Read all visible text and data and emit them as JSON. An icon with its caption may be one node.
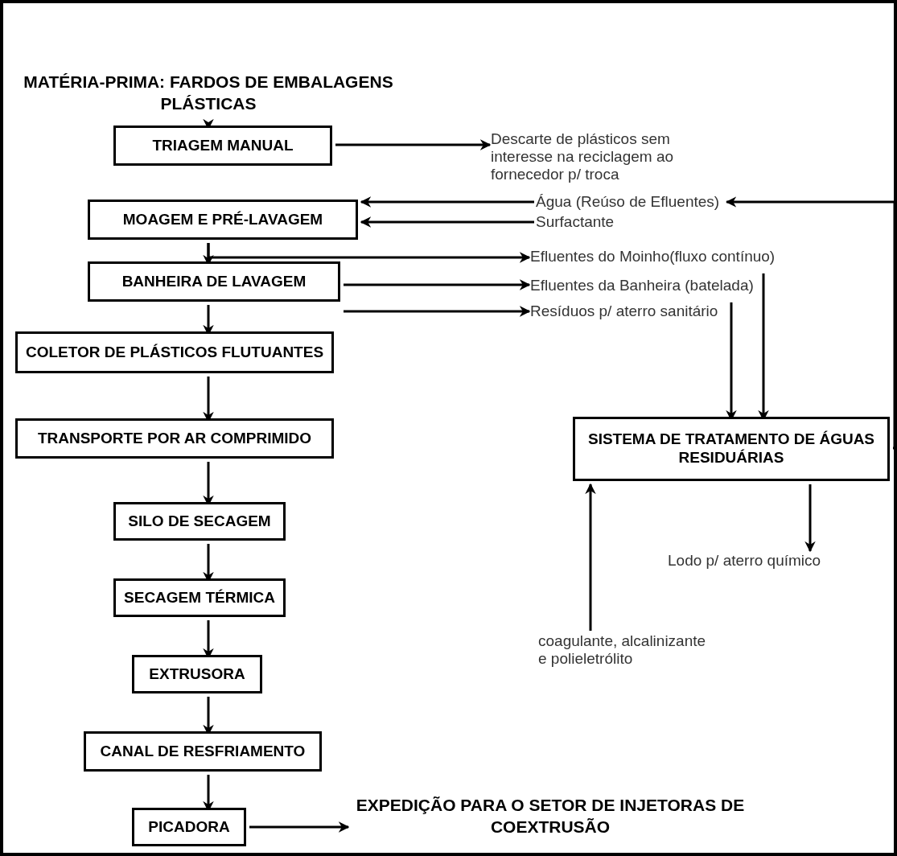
{
  "diagram": {
    "nodes": [
      {
        "text": [
          "MATÉRIA-PRIMA: FARDOS DE EMBALAGENS PLÁSTICAS"
        ]
      },
      {
        "text": [
          "TRIAGEM MANUAL"
        ]
      },
      {
        "text": [
          "Descarte de plásticos sem interesse na reciclagem ao fornecedor p/ troca"
        ]
      },
      {
        "text": [
          "MOAGEM E PRÉ-LAVAGEM"
        ]
      },
      {
        "text": [
          "Água (Reúso de Efluentes)"
        ]
      },
      {
        "text": [
          "Surfactante"
        ]
      },
      {
        "text": [
          "Efluentes do Moinho(fluxo contínuo)"
        ]
      },
      {
        "text": [
          "BANHEIRA DE LAVAGEM"
        ]
      },
      {
        "text": [
          "Efluentes da Banheira (batelada)"
        ]
      },
      {
        "text": [
          "Resíduos p/ aterro sanitário"
        ]
      },
      {
        "text": [
          "COLETOR DE PLÁSTICOS FLUTUANTES"
        ]
      },
      {
        "text": [
          "TRANSPORTE POR AR COMPRIMIDO"
        ]
      },
      {
        "text": [
          "SISTEMA DE TRATAMENTO DE ÁGUAS RESIDUÁRIAS"
        ]
      },
      {
        "text": [
          "SILO DE SECAGEM"
        ]
      },
      {
        "text": [
          "Lodo p/ aterro químico"
        ]
      },
      {
        "text": [
          "SECAGEM TÉRMICA"
        ]
      },
      {
        "text": [
          "coagulante, alcalinizante e polieletrólito"
        ]
      },
      {
        "text": [
          "EXTRUSORA"
        ]
      },
      {
        "text": [
          "CANAL DE RESFRIAMENTO"
        ]
      },
      {
        "text": [
          "PICADORA"
        ]
      },
      {
        "text": [
          "EXPEDIÇÃO PARA O SETOR DE INJETORAS DE COEXTRUSÃO"
        ]
      }
    ],
    "edges": [
      {
        "from": 0,
        "to": 1,
        "arrow": "to"
      },
      {
        "from": 1,
        "to": 2,
        "arrow": "to"
      },
      {
        "from": 4,
        "to": 3,
        "arrow": "to"
      },
      {
        "from": 5,
        "to": 3,
        "arrow": "to"
      },
      {
        "from": 3,
        "to": 6,
        "arrow": "to"
      },
      {
        "from": 3,
        "to": 7,
        "arrow": "to"
      },
      {
        "from": 7,
        "to": 8,
        "arrow": "to"
      },
      {
        "from": 7,
        "to": 9,
        "arrow": "to"
      },
      {
        "from": 7,
        "to": 10,
        "arrow": "to"
      },
      {
        "from": 8,
        "to": 12,
        "arrow": "to"
      },
      {
        "from": 6,
        "to": 12,
        "arrow": "to"
      },
      {
        "from": 12,
        "to": 4,
        "arrow": "to"
      },
      {
        "from": 12,
        "to": 14,
        "arrow": "to"
      },
      {
        "from": 16,
        "to": 12,
        "arrow": "to"
      },
      {
        "from": 10,
        "to": 11,
        "arrow": "to"
      },
      {
        "from": 11,
        "to": 13,
        "arrow": "to"
      },
      {
        "from": 13,
        "to": 15,
        "arrow": "to"
      },
      {
        "from": 15,
        "to": 17,
        "arrow": "to"
      },
      {
        "from": 17,
        "to": 18,
        "arrow": "to"
      },
      {
        "from": 18,
        "to": 19,
        "arrow": "to"
      },
      {
        "from": 19,
        "to": 20,
        "arrow": "to"
      }
    ]
  }
}
